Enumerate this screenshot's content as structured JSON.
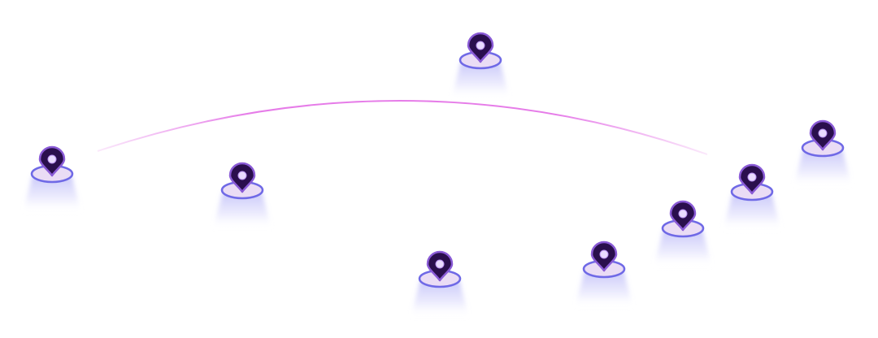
{
  "colors": {
    "background": "#ffffff",
    "pin_fill": "#2a0f4d",
    "pin_stroke": "#8a5bd6",
    "pin_dot": "#e9dbff",
    "base_fill": "#eadcf5",
    "base_stroke": "#6f69e6",
    "glow": "#8e8cf3",
    "arc": "#e36ee6"
  },
  "icons": {
    "marker": "map-pin-icon",
    "base": "location-platform"
  },
  "markers": [
    {
      "id": "pin-1"
    },
    {
      "id": "pin-2"
    },
    {
      "id": "pin-3"
    },
    {
      "id": "pin-4"
    },
    {
      "id": "pin-5"
    },
    {
      "id": "pin-6"
    },
    {
      "id": "pin-7"
    },
    {
      "id": "pin-8"
    },
    {
      "id": "pin-9"
    }
  ]
}
